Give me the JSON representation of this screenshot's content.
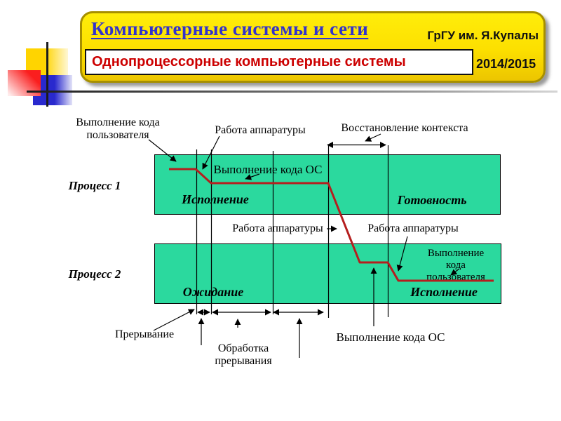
{
  "header": {
    "title": "Компьютерные системы и сети",
    "organization": "ГрГУ им. Я.Купалы",
    "subtitle": "Однопроцессорные компьютерные системы",
    "academic_year": "2014/2015"
  },
  "diagram": {
    "process1_label": "Процесс 1",
    "process2_label": "Процесс 2",
    "states": {
      "bar1_left": "Исполнение",
      "bar1_right": "Готовность",
      "bar2_left": "Ожидание",
      "bar2_right": "Исполнение"
    },
    "labels": {
      "user_code_top": "Выполнение кода\nпользователя",
      "hardware_top": "Работа аппаратуры",
      "context_restore": "Восстановление контекста",
      "os_code_bar1": "Выполнение кода ОС",
      "hardware_mid_left": "Работа аппаратуры",
      "hardware_mid_right": "Работа аппаратуры",
      "user_code_bar2": "Выполнение\nкода\nпользователя",
      "interrupt": "Прерывание",
      "interrupt_processing": "Обработка\nпрерывания",
      "os_code_bottom": "Выполнение кода ОС"
    },
    "colors": {
      "bar_fill": "#2BD99E",
      "timeline_red": "#B51E1E",
      "header_yellow": "#FCDF00",
      "title_blue": "#3232CC",
      "subtitle_red": "#CC0000"
    }
  }
}
